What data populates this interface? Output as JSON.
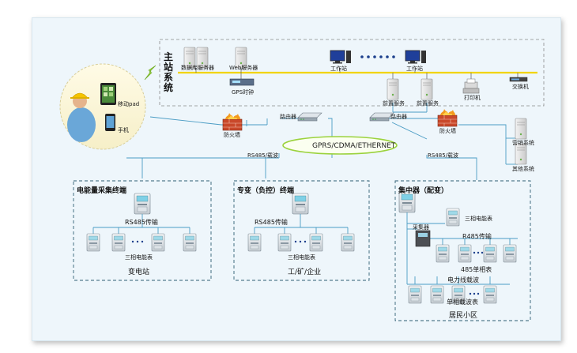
{
  "master_station": {
    "title": "主站系统",
    "db_server": "数据库服务器",
    "web_server": "Web服务器",
    "gps": "GPS时钟",
    "workstation1": "工作站",
    "workstation2": "工作站",
    "front_server1": "前置服务",
    "front_server2": "前置服务",
    "printer": "打印机",
    "switch": "交换机"
  },
  "mobile": {
    "pad": "移动pad",
    "phone": "手机"
  },
  "network": {
    "router1": "路由器",
    "router2": "路由器",
    "firewall1": "防火墙",
    "firewall2": "防火墙",
    "cloud": "GPRS/CDMA/ETHERNET",
    "link_left": "RS485/载波",
    "link_right": "RS485/载波",
    "marketing": "营销系统",
    "other": "其他系统"
  },
  "groups": {
    "energy": {
      "title": "电能量采集终端",
      "rs485": "RS485传输",
      "meter": "三相电能表",
      "site": "变电站"
    },
    "dedicated": {
      "title": "专变（负控）终端",
      "rs485": "RS485传输",
      "meter": "三相电能表",
      "site": "工/矿/企业"
    },
    "concentrator": {
      "title": "集中器（配变）",
      "three_phase": "三相电能表",
      "collector": "采集器",
      "rs485": "R485传输",
      "single_phase": "485单相表",
      "plc": "电力线载波",
      "single_carrier": "单相载波表",
      "site": "居民小区"
    }
  },
  "colors": {
    "bus": "#f2d400",
    "line": "#4a9cc4",
    "cloud_stroke": "#9bd23c",
    "dashed": "#2f5f73",
    "firewall": "#d94a1e"
  },
  "icons": {
    "server": "server-icon",
    "pc": "workstation-icon",
    "meter": "meter-icon",
    "router": "router-icon",
    "firewall": "firewall-icon"
  }
}
